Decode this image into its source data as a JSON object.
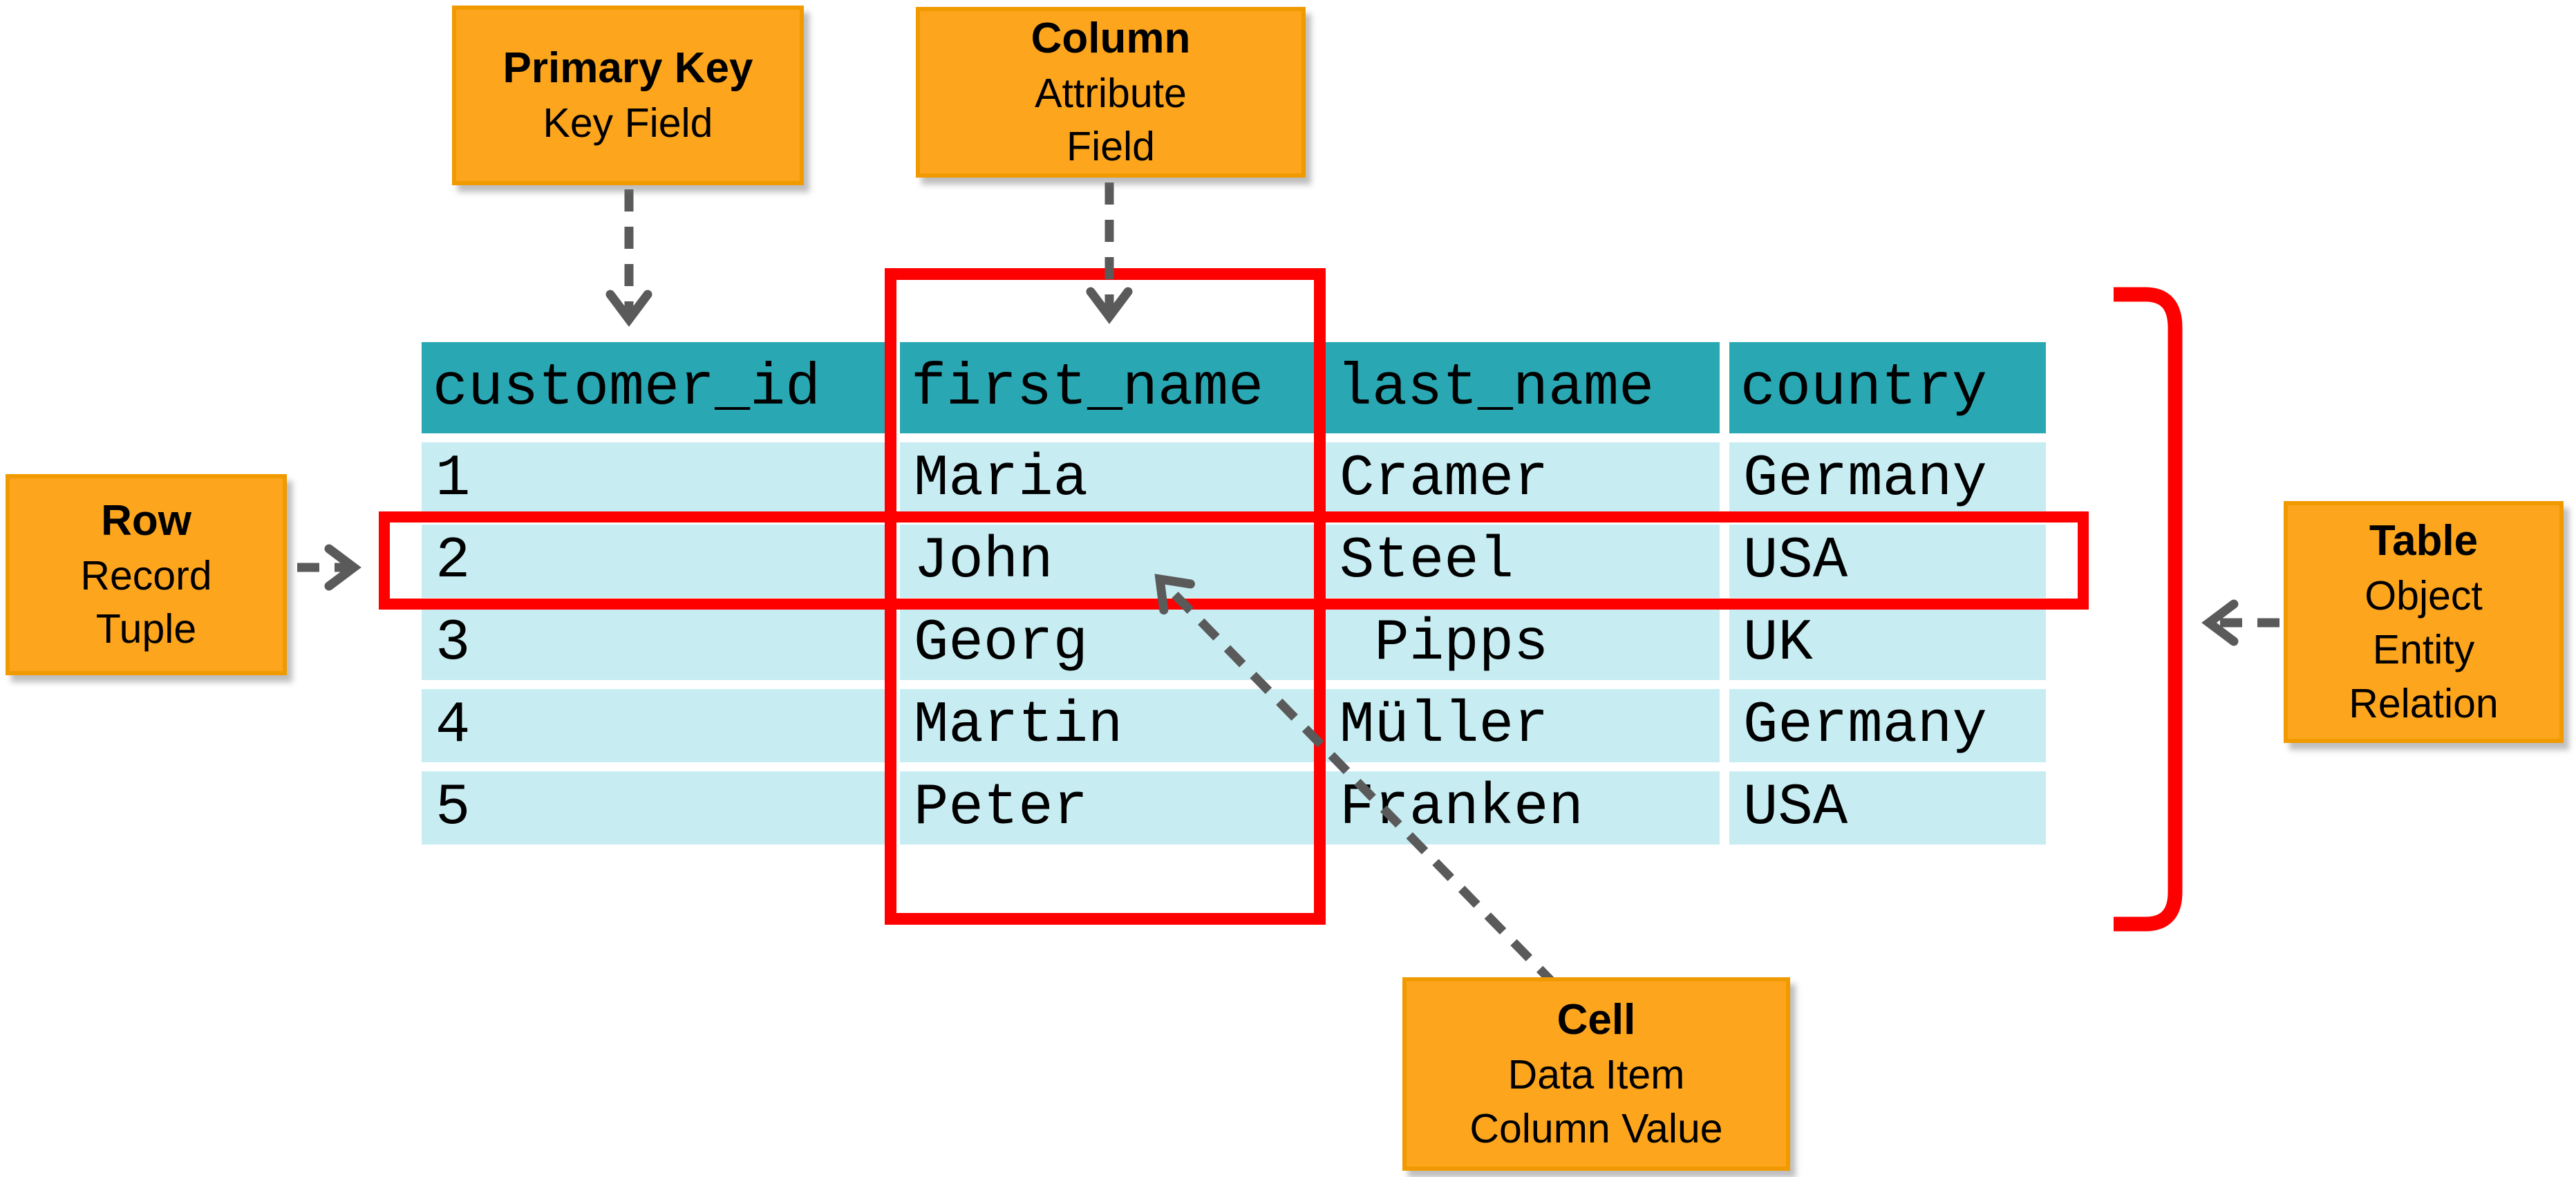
{
  "callouts": {
    "primary_key": {
      "title": "Primary Key",
      "lines": [
        "Key Field"
      ]
    },
    "column": {
      "title": "Column",
      "lines": [
        "Attribute",
        "Field"
      ]
    },
    "row": {
      "title": "Row",
      "lines": [
        "Record",
        "Tuple"
      ]
    },
    "table": {
      "title": "Table",
      "lines": [
        "Object",
        "Entity",
        "Relation"
      ]
    },
    "cell": {
      "title": "Cell",
      "lines": [
        "Data Item",
        "Column Value"
      ]
    }
  },
  "table": {
    "columns": [
      "customer_id",
      "first_name",
      "last_name",
      "country"
    ],
    "rows": [
      [
        "1",
        "Maria",
        "Cramer",
        "Germany"
      ],
      [
        "2",
        "John",
        "Steel",
        "USA"
      ],
      [
        "3",
        "Georg",
        " Pipps",
        "UK"
      ],
      [
        "4",
        "Martin",
        "Müller",
        "Germany"
      ],
      [
        "5",
        "Peter",
        "Franken",
        "USA"
      ]
    ]
  },
  "colors": {
    "header_teal": "#29A8B4",
    "row_cyan": "#C7EDF3",
    "callout_orange": "#FCA51D",
    "callout_border": "#F09A00",
    "highlight_red": "#FF0000",
    "arrow_gray": "#5A5A5A"
  }
}
